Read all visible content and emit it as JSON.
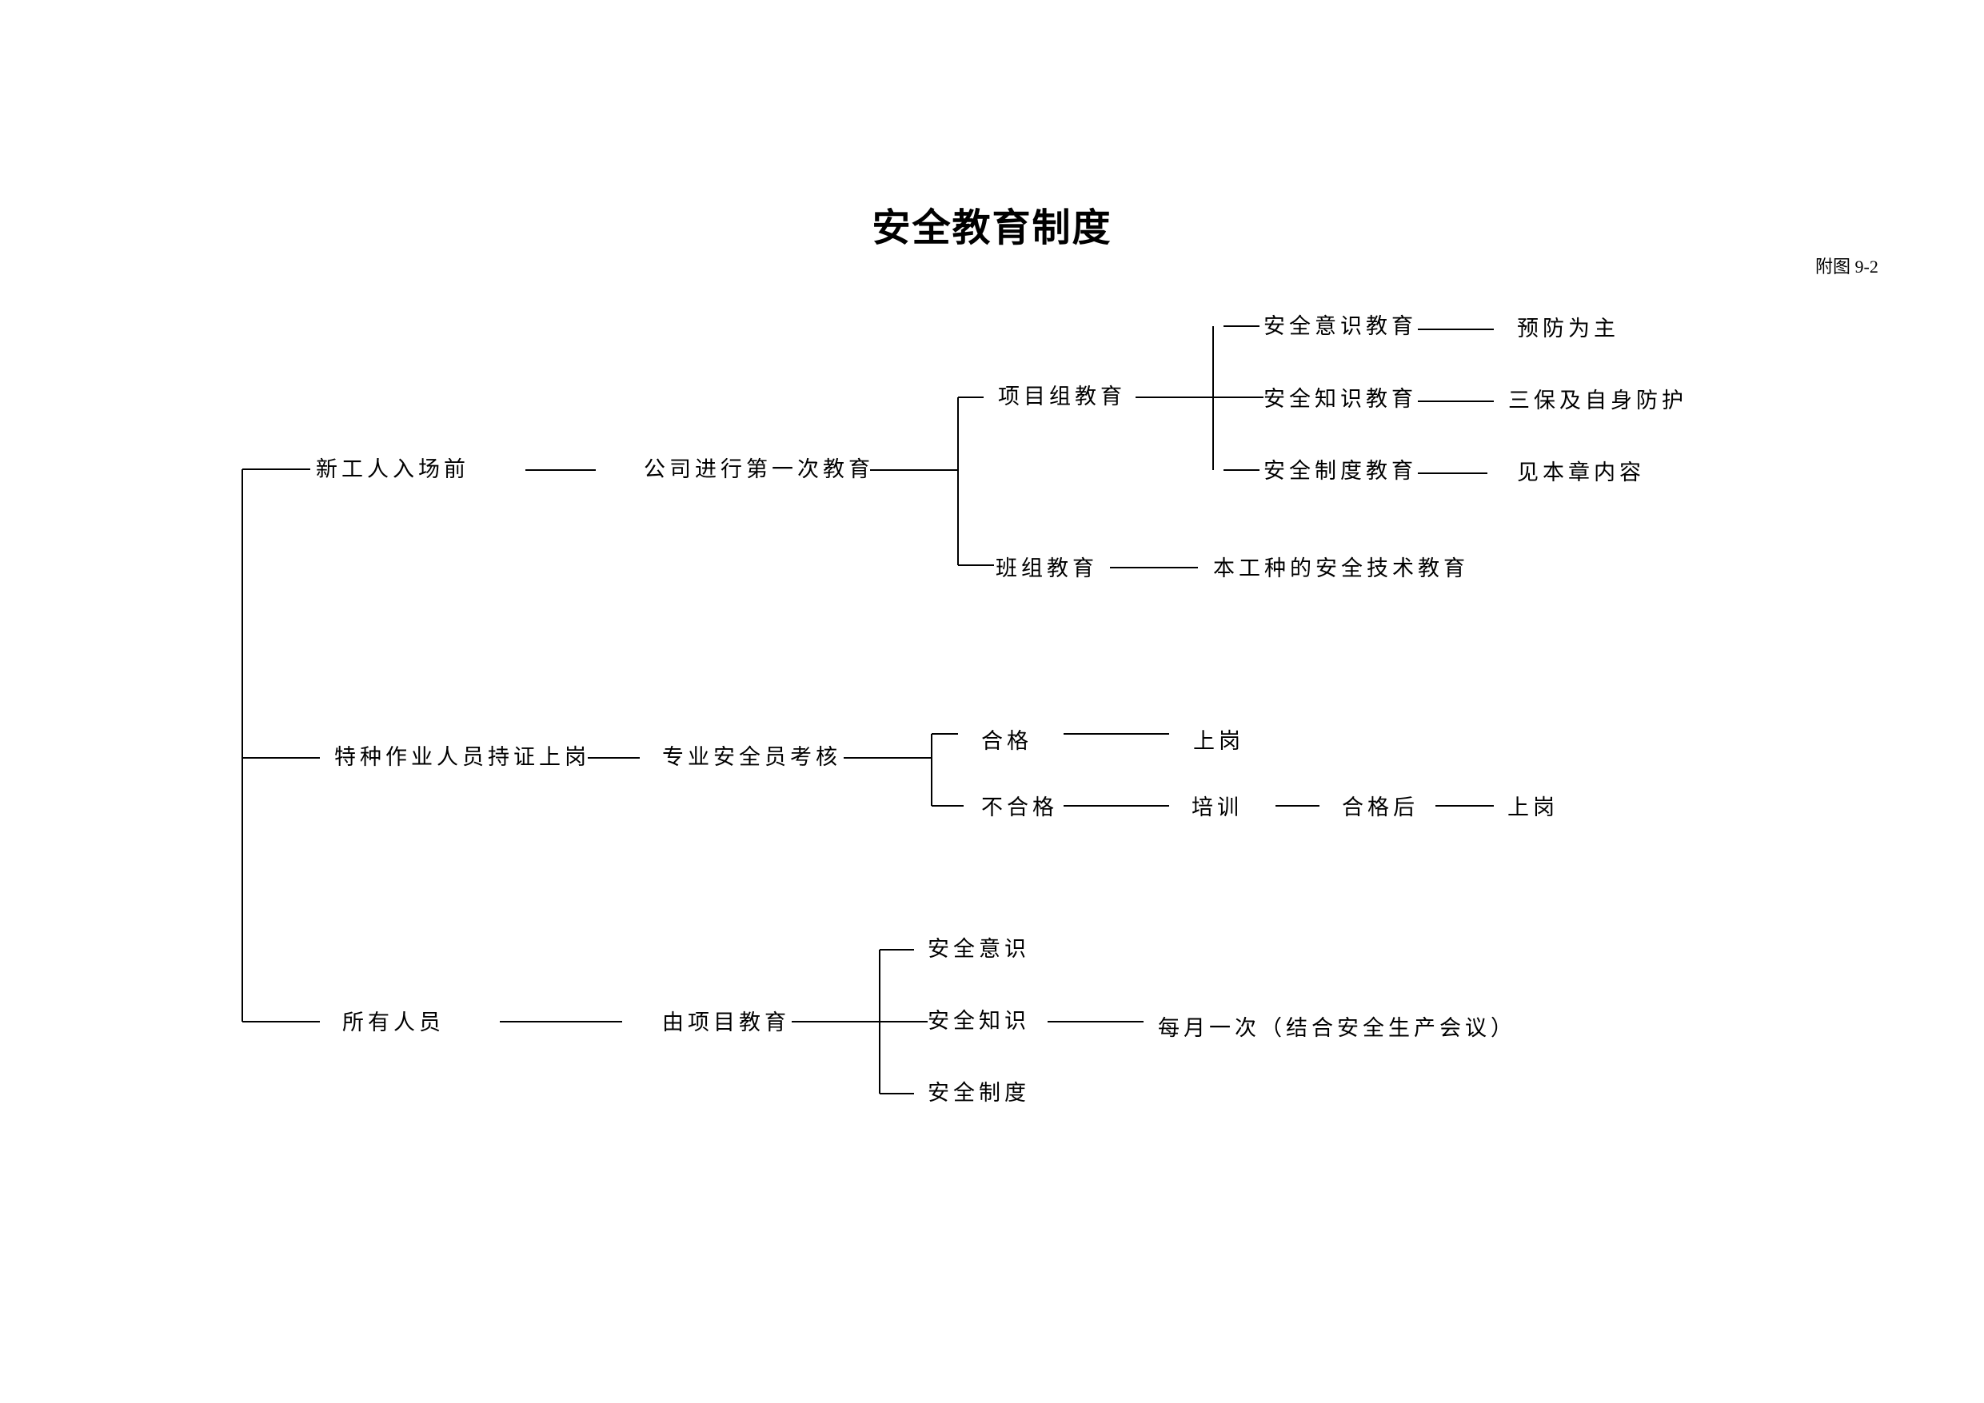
{
  "title": "安全教育制度",
  "figure_label": "附图 9-2",
  "nodes": {
    "new_worker": "新工人入场前",
    "company_first": "公司进行第一次教育",
    "project_group": "项目组教育",
    "safety_awareness_edu": "安全意识教育",
    "prevention_first": "预防为主",
    "safety_knowledge_edu": "安全知识教育",
    "three_protections": "三保及自身防护",
    "safety_system_edu": "安全制度教育",
    "see_chapter": "见本章内容",
    "team_group": "班组教育",
    "trade_tech_edu": "本工种的安全技术教育",
    "special_ops": "特种作业人员持证上岗",
    "safety_officer_exam": "专业安全员考核",
    "qualified": "合格",
    "on_duty_1": "上岗",
    "unqualified": "不合格",
    "training": "培训",
    "after_qualified": "合格后",
    "on_duty_2": "上岗",
    "all_staff": "所有人员",
    "by_project": "由项目教育",
    "awareness": "安全意识",
    "knowledge": "安全知识",
    "system": "安全制度",
    "monthly": "每月一次（结合安全生产会议）"
  }
}
